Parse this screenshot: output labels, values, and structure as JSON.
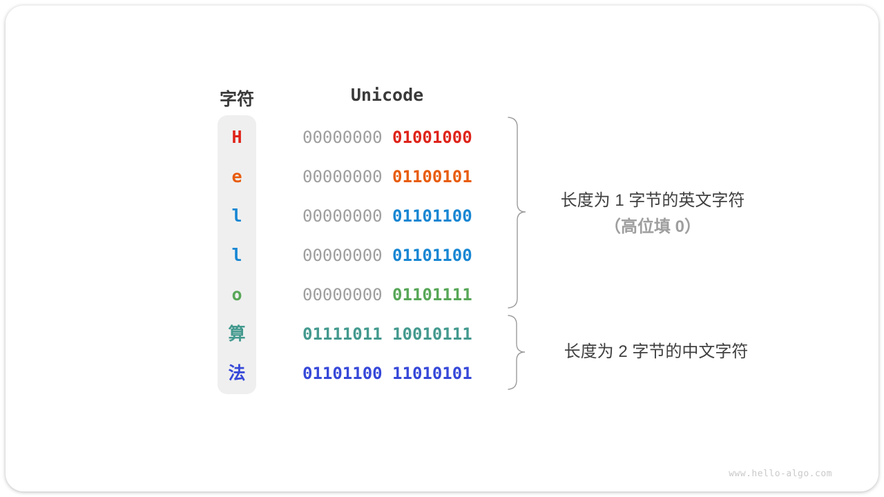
{
  "header": {
    "char_col": "字符",
    "unicode_col": "Unicode"
  },
  "rows": [
    {
      "char": "H",
      "byte1": "00000000",
      "byte2": "01001000",
      "char_color": "#df231a",
      "byte1_color": "#9e9e9e",
      "byte2_color": "#df231a"
    },
    {
      "char": "e",
      "byte1": "00000000",
      "byte2": "01100101",
      "char_color": "#e85c0d",
      "byte1_color": "#9e9e9e",
      "byte2_color": "#e85c0d"
    },
    {
      "char": "l",
      "byte1": "00000000",
      "byte2": "01101100",
      "char_color": "#1786d3",
      "byte1_color": "#9e9e9e",
      "byte2_color": "#1786d3"
    },
    {
      "char": "l",
      "byte1": "00000000",
      "byte2": "01101100",
      "char_color": "#1786d3",
      "byte1_color": "#9e9e9e",
      "byte2_color": "#1786d3"
    },
    {
      "char": "o",
      "byte1": "00000000",
      "byte2": "01101111",
      "char_color": "#57a757",
      "byte1_color": "#9e9e9e",
      "byte2_color": "#57a757"
    },
    {
      "char": "算",
      "byte1": "01111011",
      "byte2": "10010111",
      "char_color": "#43998e",
      "byte1_color": "#43998e",
      "byte2_color": "#43998e"
    },
    {
      "char": "法",
      "byte1": "01101100",
      "byte2": "11010101",
      "char_color": "#3648d8",
      "byte1_color": "#3648d8",
      "byte2_color": "#3648d8"
    }
  ],
  "annotations": {
    "group1_line1": "长度为 1 字节的英文字符",
    "group1_line2": "（高位填 0）",
    "group2_line1": "长度为 2 字节的中文字符"
  },
  "colors": {
    "brace": "#9b9b9b",
    "gray_bits": "#9e9e9e",
    "column_bg": "#efefef"
  },
  "watermark": "www.hello-algo.com"
}
